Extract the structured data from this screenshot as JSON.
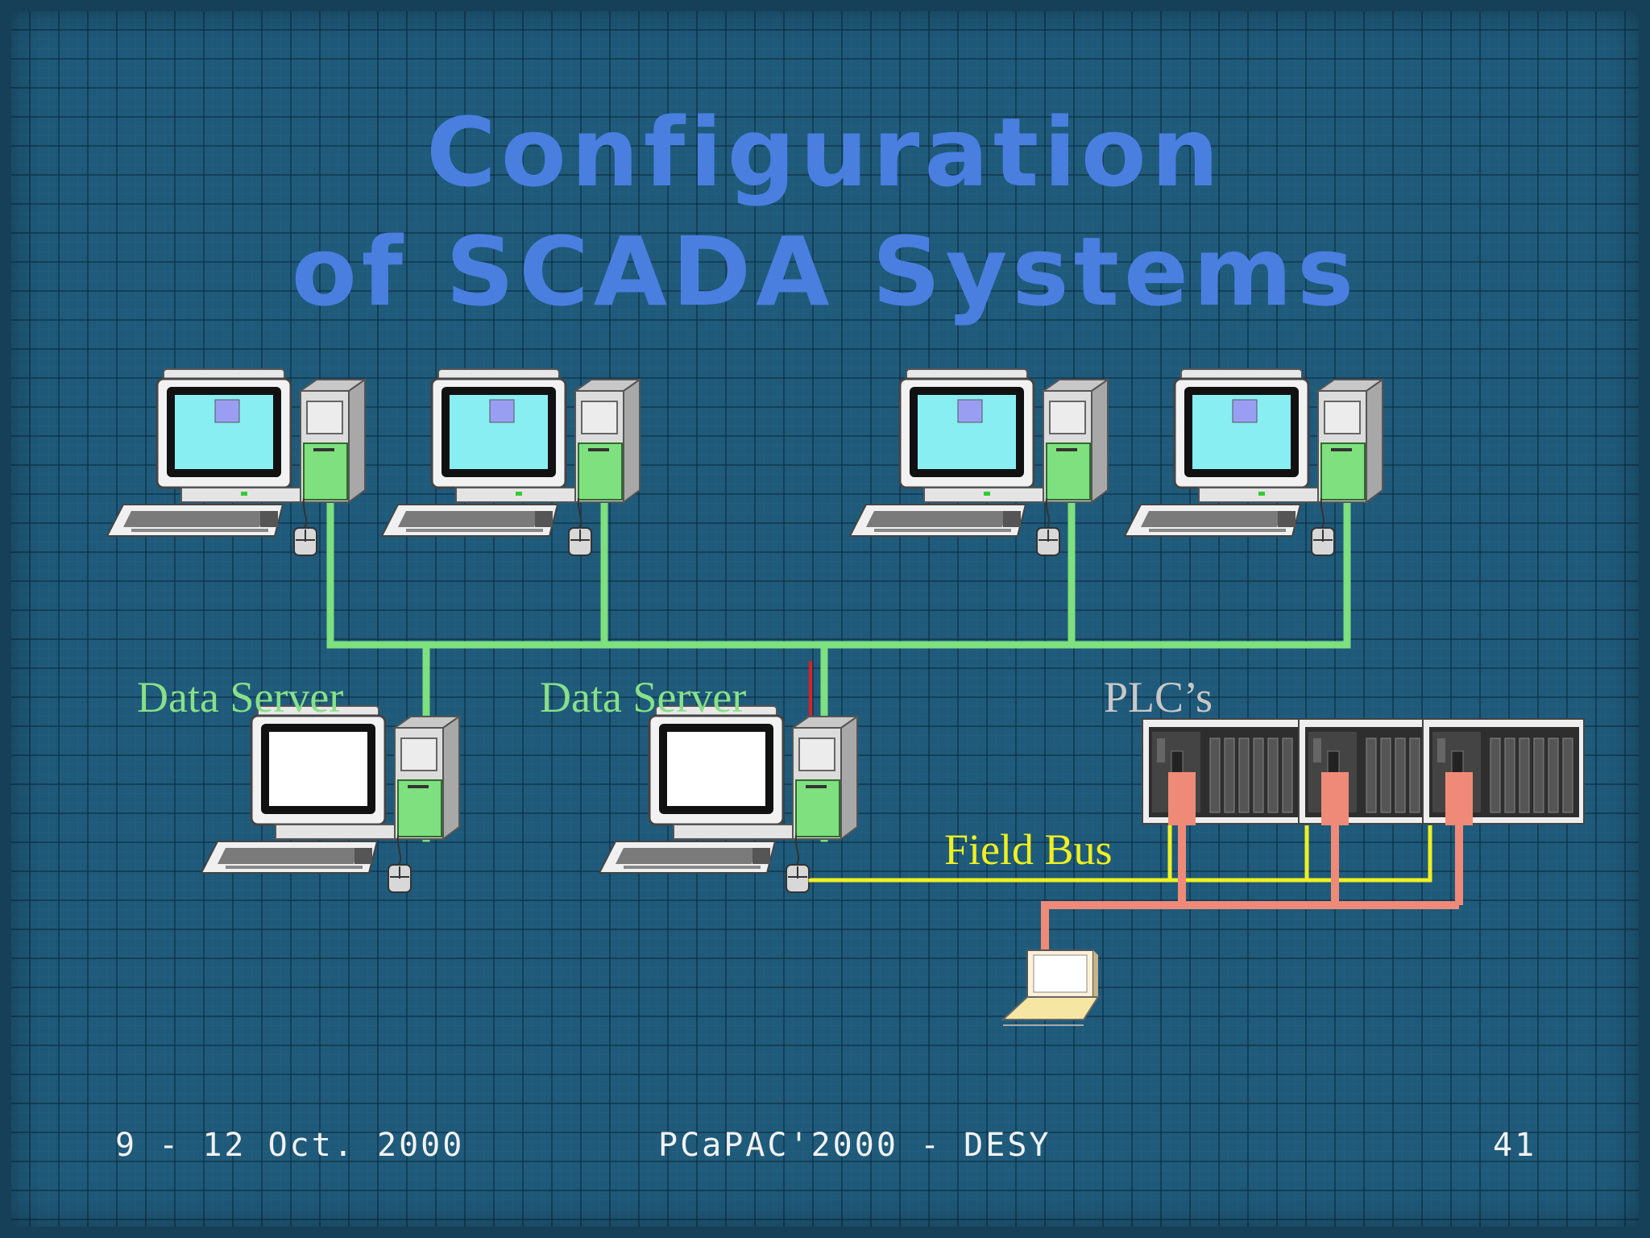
{
  "slide": {
    "title_line1": "Configuration",
    "title_line2": "of SCADA Systems",
    "labels": {
      "data_server_1": "Data Server",
      "data_server_2": "Data Server",
      "plcs": "PLC’s",
      "field_bus": "Field Bus"
    },
    "footer": {
      "date": "9 - 12 Oct. 2000",
      "event": "PCaPAC'2000 - DESY",
      "page_number": "41"
    }
  },
  "colors": {
    "title": "#4a7fe0",
    "network": "#7ee07e",
    "field_bus": "#f0f020",
    "plc_link": "#f08a78",
    "data_server_label": "#88e088",
    "plc_label": "#c8c8c8",
    "field_bus_label": "#f0f020"
  },
  "icons": {
    "workstation": "desktop-computer-icon",
    "server": "server-computer-icon",
    "plc": "plc-rack-icon",
    "laptop": "laptop-icon"
  }
}
